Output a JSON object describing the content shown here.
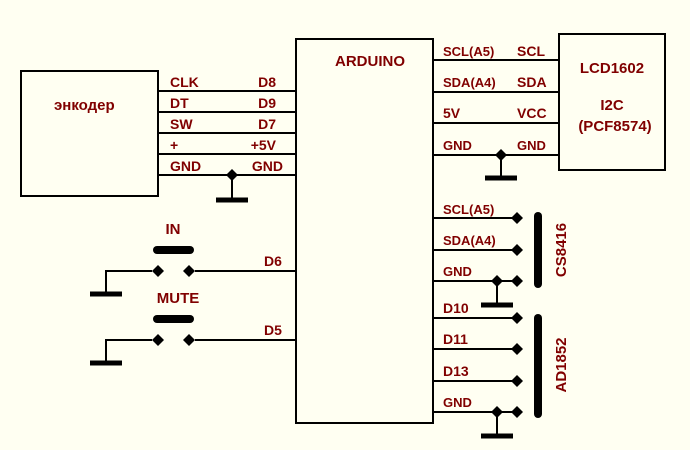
{
  "colors": {
    "background": "#fffff2",
    "label": "#800000",
    "wire": "#000000"
  },
  "encoder": {
    "title": "энкодер",
    "pins": [
      {
        "pin": "CLK",
        "arduino": "D8"
      },
      {
        "pin": "DT",
        "arduino": "D9"
      },
      {
        "pin": "SW",
        "arduino": "D7"
      },
      {
        "pin": "+",
        "arduino": "+5V"
      },
      {
        "pin": "GND",
        "arduino": "GND"
      }
    ]
  },
  "arduino": {
    "title": "ARDUINO"
  },
  "lcd": {
    "title": "LCD1602",
    "subtitle1": "I2C",
    "subtitle2": "(PCF8574)",
    "pins": [
      {
        "arduino": "SCL(A5)",
        "pin": "SCL"
      },
      {
        "arduino": "SDA(A4)",
        "pin": "SDA"
      },
      {
        "arduino": "5V",
        "pin": "VCC"
      },
      {
        "arduino": "GND",
        "pin": "GND"
      }
    ]
  },
  "buttons": [
    {
      "label": "IN",
      "arduino": "D6"
    },
    {
      "label": "MUTE",
      "arduino": "D5"
    }
  ],
  "cs8416": {
    "title": "CS8416",
    "pins": [
      "SCL(A5)",
      "SDA(A4)",
      "GND"
    ]
  },
  "ad1852": {
    "title": "AD1852",
    "pins": [
      "D10",
      "D11",
      "D13",
      "GND"
    ]
  }
}
